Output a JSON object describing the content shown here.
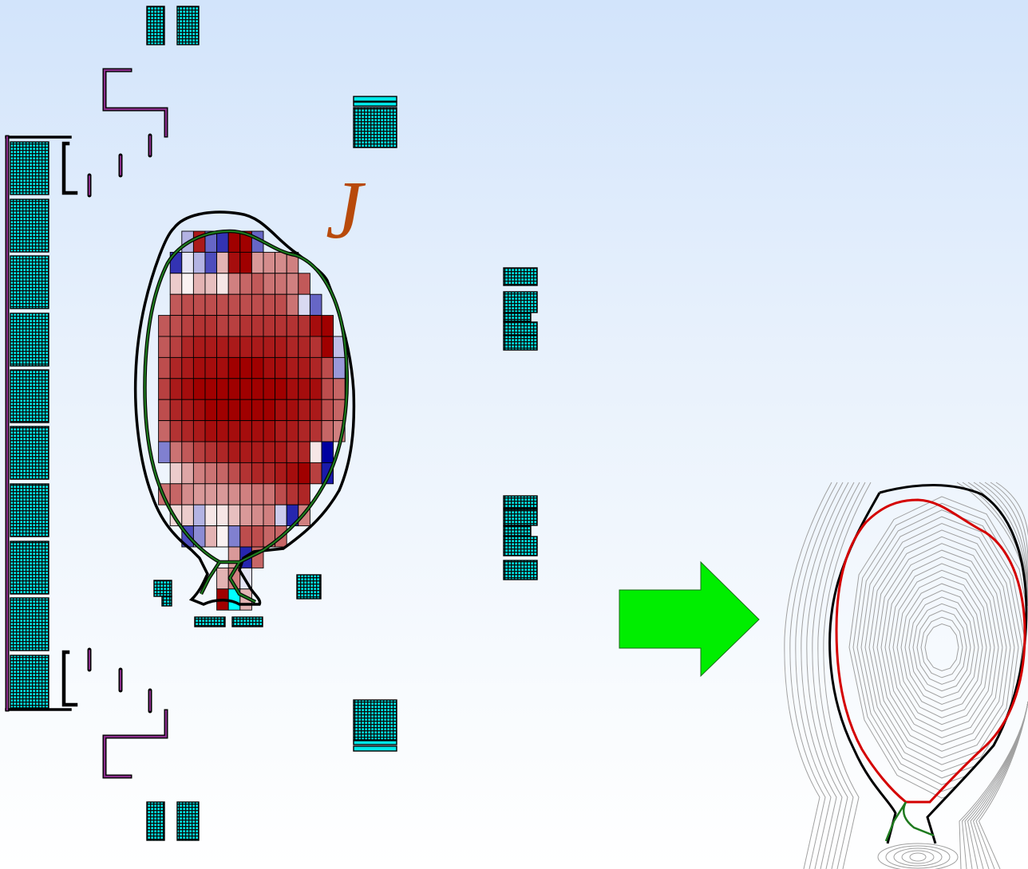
{
  "figure": {
    "current_label": "J",
    "colors": {
      "coil_fill": "#00e8e8",
      "coil_stripe": "#0a0a0a",
      "passive_plate": "#8a2d8a",
      "wall": "#000000",
      "separatrix_left": "#1e7a1e",
      "separatrix_right": "#d40000",
      "flux_contour": "#a0a0a0",
      "arrow": "#00ee00",
      "current_positive_max": "#a00000",
      "current_negative_max": "#0000a0"
    },
    "current_grid": {
      "columns": 17,
      "rows": 18,
      "value_range": [
        -1,
        1
      ],
      "values": [
        [
          null,
          null,
          null,
          -0.3,
          0.9,
          -0.6,
          -0.8,
          1.0,
          1.0,
          -0.6,
          null,
          null,
          null,
          null,
          null,
          null,
          null
        ],
        [
          null,
          null,
          -0.8,
          -0.1,
          -0.3,
          -0.7,
          0.3,
          0.95,
          1.0,
          0.4,
          0.45,
          0.45,
          0.5,
          null,
          null,
          null,
          null
        ],
        [
          null,
          null,
          0.2,
          0.05,
          0.3,
          0.25,
          0.1,
          0.5,
          0.6,
          0.65,
          0.55,
          0.55,
          0.5,
          0.65,
          null,
          null,
          null
        ],
        [
          null,
          null,
          0.65,
          0.7,
          0.7,
          0.7,
          0.7,
          0.7,
          0.7,
          0.7,
          0.7,
          0.7,
          0.55,
          -0.15,
          -0.6,
          null,
          null
        ],
        [
          null,
          0.65,
          0.7,
          0.75,
          0.8,
          0.8,
          0.75,
          0.75,
          0.8,
          0.8,
          0.8,
          0.8,
          0.8,
          0.8,
          0.95,
          1.0,
          null
        ],
        [
          null,
          0.65,
          0.75,
          0.85,
          0.9,
          0.9,
          0.9,
          0.9,
          0.9,
          0.9,
          0.9,
          0.9,
          0.85,
          0.85,
          0.8,
          1.0,
          -0.25
        ],
        [
          null,
          0.7,
          0.85,
          0.9,
          0.95,
          0.95,
          0.95,
          1.0,
          1.0,
          1.0,
          0.95,
          0.95,
          0.9,
          0.9,
          0.85,
          0.7,
          -0.4
        ],
        [
          null,
          0.75,
          0.9,
          0.95,
          1.0,
          1.0,
          1.0,
          1.0,
          1.0,
          1.0,
          1.0,
          1.0,
          0.95,
          0.95,
          0.95,
          0.7,
          0.6
        ],
        [
          null,
          0.7,
          0.85,
          0.9,
          0.95,
          1.0,
          1.0,
          1.0,
          1.0,
          1.0,
          1.0,
          0.95,
          0.95,
          0.9,
          0.9,
          0.7,
          0.6
        ],
        [
          null,
          0.6,
          0.8,
          0.85,
          0.9,
          0.95,
          0.95,
          0.95,
          0.95,
          0.95,
          0.95,
          0.9,
          0.9,
          0.85,
          0.8,
          0.6,
          0.5
        ],
        [
          null,
          -0.5,
          0.55,
          0.65,
          0.75,
          0.8,
          0.85,
          0.9,
          0.9,
          0.9,
          0.9,
          0.9,
          0.85,
          0.85,
          0.1,
          -1.0,
          null
        ],
        [
          null,
          null,
          0.2,
          0.35,
          0.5,
          0.55,
          0.6,
          0.7,
          0.8,
          0.85,
          0.85,
          0.9,
          0.95,
          1.0,
          0.75,
          -0.9,
          null
        ],
        [
          null,
          0.55,
          0.6,
          0.45,
          0.4,
          0.4,
          0.4,
          0.45,
          0.5,
          0.55,
          0.55,
          0.7,
          0.8,
          0.85,
          null,
          null,
          null
        ],
        [
          null,
          null,
          0.15,
          0.2,
          -0.3,
          0.1,
          0.1,
          0.25,
          0.4,
          0.45,
          0.5,
          -0.2,
          -0.85,
          0.5,
          null,
          null,
          null
        ],
        [
          null,
          null,
          null,
          -0.7,
          -0.45,
          0.3,
          0.05,
          -0.5,
          0.7,
          0.7,
          0.6,
          0.6,
          null,
          null,
          null,
          null,
          null
        ],
        [
          null,
          null,
          null,
          null,
          null,
          null,
          null,
          0.4,
          -0.85,
          0.6,
          null,
          null,
          null,
          null,
          null,
          null,
          null
        ],
        [
          null,
          null,
          null,
          null,
          null,
          null,
          0.3,
          0.5,
          -0.1,
          null,
          null,
          null,
          null,
          null,
          null,
          null,
          null
        ],
        [
          null,
          null,
          null,
          null,
          null,
          null,
          1.0,
          "cyan",
          0.3,
          null,
          null,
          null,
          null,
          null,
          null,
          null,
          null
        ]
      ]
    },
    "flux_surfaces": {
      "core_count": 20,
      "outer_count": 8
    }
  }
}
